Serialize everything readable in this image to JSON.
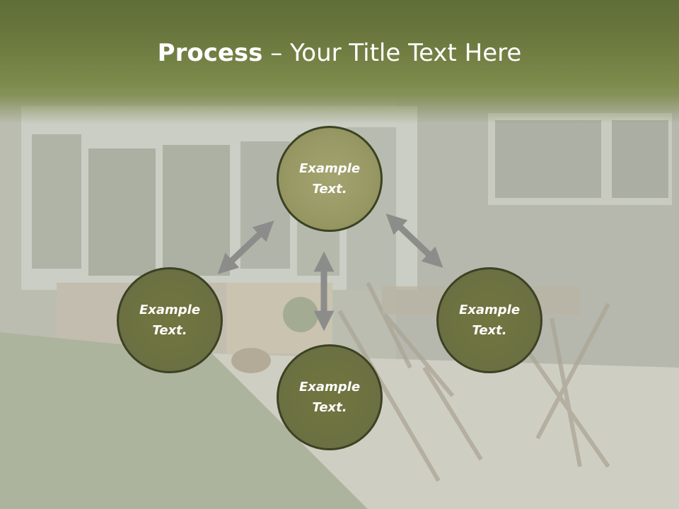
{
  "title": {
    "strong": "Process",
    "separator": " – ",
    "rest": "Your Title Text Here"
  },
  "nodes": [
    {
      "id": "top",
      "text": "Example Text."
    },
    {
      "id": "left",
      "text": "Example Text."
    },
    {
      "id": "right",
      "text": "Example Text."
    },
    {
      "id": "bottom",
      "text": "Example Text."
    }
  ],
  "colors": {
    "title_band": "#6c7a40",
    "node_center": "#989965",
    "node_fill": "#6b7042",
    "node_border": "#3c4223",
    "arrow": "#8c8d8a",
    "text": "#ffffff"
  }
}
